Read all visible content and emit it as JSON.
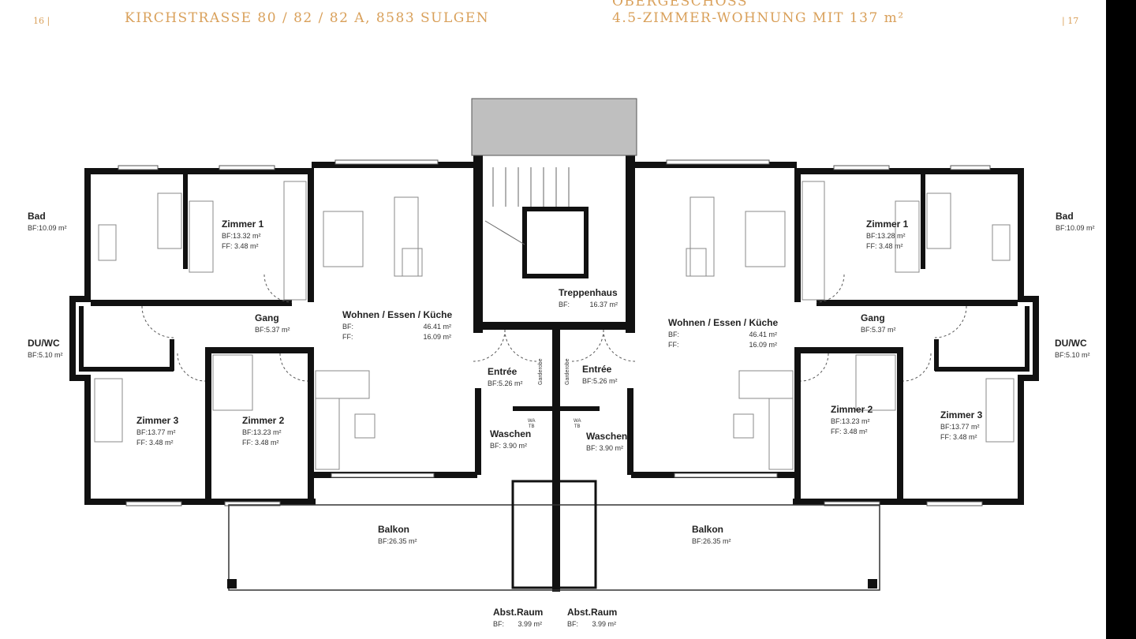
{
  "header": {
    "page_left": "16 |",
    "address": "KIRCHSTRASSE 80 / 82 / 82 A, 8583 SULGEN",
    "floor": "OBERGESCHOSS",
    "apartment": "4.5-ZIMMER-WOHNUNG MIT 137 m²",
    "page_right": "| 17"
  },
  "colors": {
    "accent": "#d9a05a",
    "wall": "#111111",
    "roof": "#bfbfbf"
  },
  "rooms": {
    "bad_l": {
      "name": "Bad",
      "bf": "BF:10.09 m²"
    },
    "duwc_l": {
      "name": "DU/WC",
      "bf": "BF:5.10 m²"
    },
    "zimmer1_l": {
      "name": "Zimmer 1",
      "bf": "BF:13.32 m²",
      "ff": "FF:  3.48 m²"
    },
    "gang_l": {
      "name": "Gang",
      "bf": "BF:5.37 m²"
    },
    "zimmer3_l": {
      "name": "Zimmer 3",
      "bf": "BF:13.77 m²",
      "ff": "FF:  3.48 m²"
    },
    "zimmer2_l": {
      "name": "Zimmer 2",
      "bf": "BF:13.23 m²",
      "ff": "FF:  3.48 m²"
    },
    "wohnen_l": {
      "name": "Wohnen / Essen / Küche",
      "bf_label": "BF:",
      "bf": "46.41 m²",
      "ff_label": "FF:",
      "ff": "16.09 m²"
    },
    "treppenhaus": {
      "name": "Treppenhaus",
      "bf_label": "BF:",
      "bf": "16.37 m²"
    },
    "entree_l": {
      "name": "Entrée",
      "bf": "BF:5.26 m²"
    },
    "entree_r": {
      "name": "Entrée",
      "bf": "BF:5.26 m²"
    },
    "waschen_l": {
      "name": "Waschen",
      "bf": "BF:  3.90 m²"
    },
    "waschen_r": {
      "name": "Waschen",
      "bf": "BF:  3.90 m²"
    },
    "balkon_l": {
      "name": "Balkon",
      "bf": "BF:26.35 m²"
    },
    "balkon_r": {
      "name": "Balkon",
      "bf": "BF:26.35 m²"
    },
    "abst_l": {
      "name": "Abst.Raum",
      "bf_label": "BF:",
      "bf": "3.99 m²"
    },
    "abst_r": {
      "name": "Abst.Raum",
      "bf_label": "BF:",
      "bf": "3.99 m²"
    },
    "wohnen_r": {
      "name": "Wohnen / Essen / Küche",
      "bf_label": "BF:",
      "bf": "46.41 m²",
      "ff_label": "FF:",
      "ff": "16.09 m²"
    },
    "zimmer1_r": {
      "name": "Zimmer 1",
      "bf": "BF:13.28 m²",
      "ff": "FF:  3.48 m²"
    },
    "gang_r": {
      "name": "Gang",
      "bf": "BF:5.37 m²"
    },
    "duwc_r": {
      "name": "DU/WC",
      "bf": "BF:5.10 m²"
    },
    "bad_r": {
      "name": "Bad",
      "bf": "BF:10.09 m²"
    },
    "zimmer2_r": {
      "name": "Zimmer 2",
      "bf": "BF:13.23 m²",
      "ff": "FF:  3.48 m²"
    },
    "zimmer3_r": {
      "name": "Zimmer 3",
      "bf": "BF:13.77 m²",
      "ff": "FF:  3.48 m²"
    }
  },
  "fixtures": {
    "garderobe": "Garderobe",
    "wa": "WA",
    "tb": "TB"
  }
}
